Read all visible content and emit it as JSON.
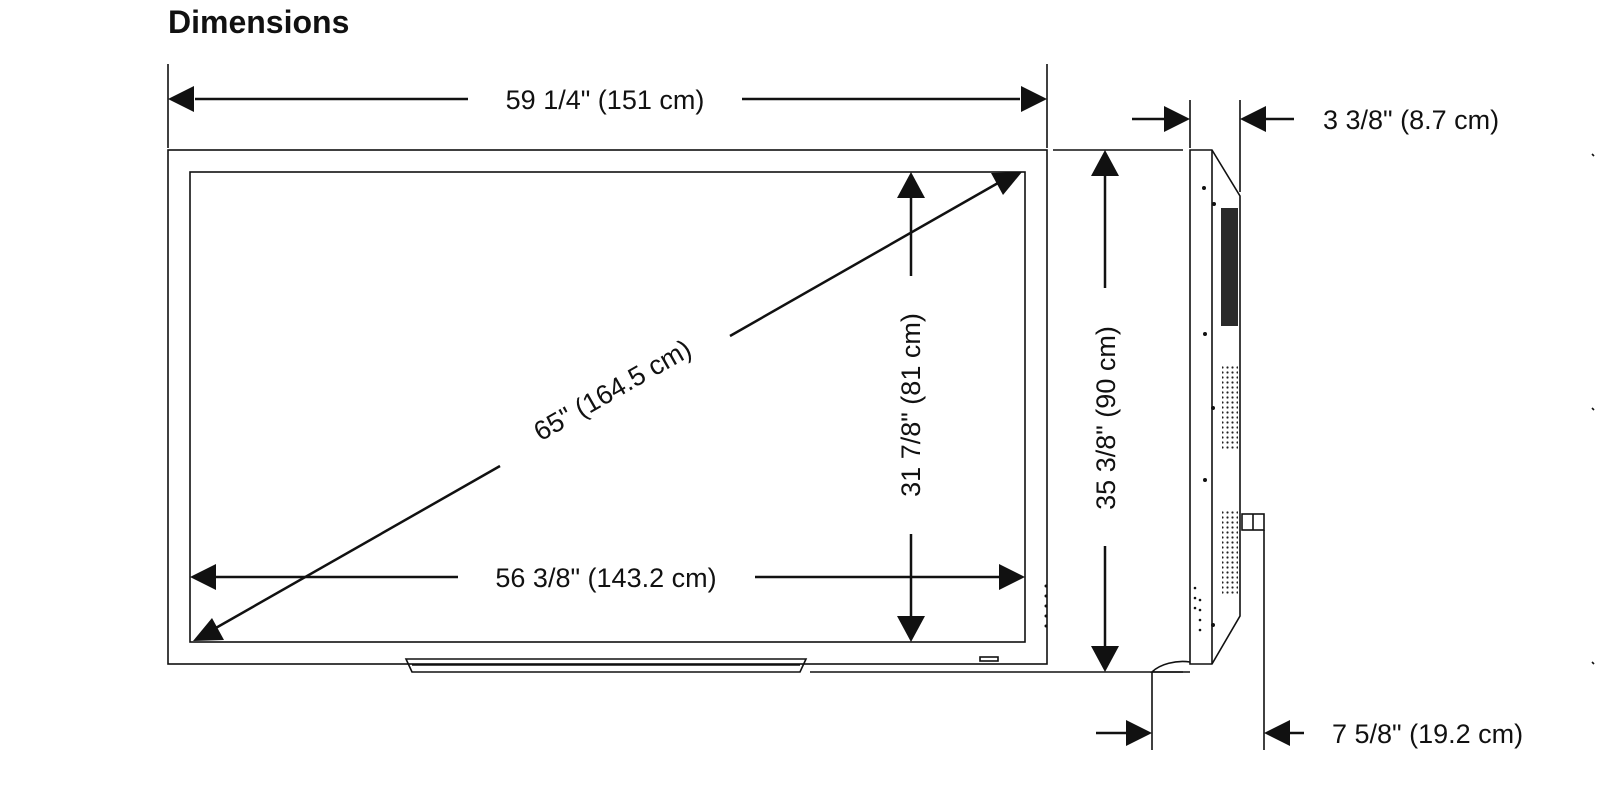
{
  "heading": "Dimensions",
  "measurements": {
    "overall_width": "59 1/4\" (151 cm)",
    "diagonal": "65\" (164.5 cm)",
    "screen_height": "31 7/8\" (81 cm)",
    "screen_width": "56 3/8\" (143.2 cm)",
    "overall_height": "35 3/8\" (90 cm)",
    "depth": "3 3/8\" (8.7 cm)",
    "depth_with_tray": "7 5/8\" (19.2 cm)"
  }
}
